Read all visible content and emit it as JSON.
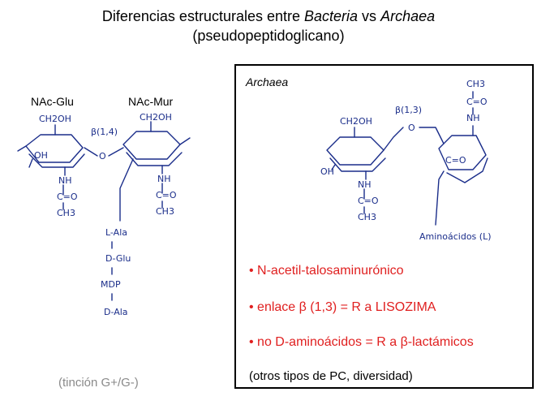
{
  "title": {
    "line1_prefix": "Diferencias estructurales entre ",
    "line1_bacteria": "Bacteria",
    "line1_vs": " vs ",
    "line1_archaea": "Archaea",
    "line2": "(pseudopeptidoglicano)"
  },
  "bacteria": {
    "label_glu": "NAc-Glu",
    "label_mur": "NAc-Mur",
    "handwriting": {
      "ch2oh_1": "CH2OH",
      "ch2oh_2": "CH2OH",
      "oh": "OH",
      "o_link": "O",
      "beta": "β(1,4)",
      "nh_1": "NH",
      "co_1": "C=O",
      "ch3_1": "CH3",
      "nh_2": "NH",
      "co_2": "C=O",
      "ch3_2": "CH3",
      "aa1": "L-Ala",
      "aa2": "D-Glu",
      "aa3": "MDP",
      "aa4": "D-Ala"
    }
  },
  "archaea": {
    "box_title": "Archaea",
    "handwriting": {
      "ch2oh": "CH2OH",
      "oh": "OH",
      "o_link": "O",
      "beta": "β(1,3)",
      "nh_1": "NH",
      "co_1": "C=O",
      "ch3_1": "CH3",
      "ch3_2": "CH3",
      "co_2": "C=O",
      "nh_2": "NH",
      "co_ring": "C=O",
      "aminoacids": "Aminoácidos (L)"
    },
    "bullets": [
      "• N-acetil-talosaminurónico",
      "• enlace β (1,3) = R a LISOZIMA",
      "• no D-aminoácidos = R a β-lactámicos"
    ],
    "note": "(otros tipos de PC, diversidad)",
    "bullet_color": "#e02020",
    "ink_color": "#1a2d8a"
  },
  "footer": "(tinción G+/G-)"
}
